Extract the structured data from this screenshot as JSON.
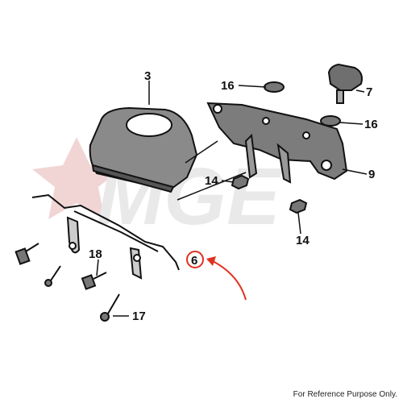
{
  "diagram": {
    "watermark_text": "MGE",
    "part_labels": [
      {
        "id": "p3",
        "text": "3"
      },
      {
        "id": "p16a",
        "text": "16"
      },
      {
        "id": "p7",
        "text": "7"
      },
      {
        "id": "p16b",
        "text": "16"
      },
      {
        "id": "p9",
        "text": "9"
      },
      {
        "id": "p14a",
        "text": "14"
      },
      {
        "id": "p14b",
        "text": "14"
      },
      {
        "id": "p6",
        "text": "6"
      },
      {
        "id": "p18",
        "text": "18"
      },
      {
        "id": "p17",
        "text": "17"
      }
    ],
    "highlight_part": "6",
    "disclaimer": "For Reference Purpose Only."
  },
  "colors": {
    "line": "#111111",
    "shade": "#777777",
    "highlight": "#e0301e",
    "watermark": "#e9e9e9",
    "watermark_star": "#e6b3b3"
  }
}
